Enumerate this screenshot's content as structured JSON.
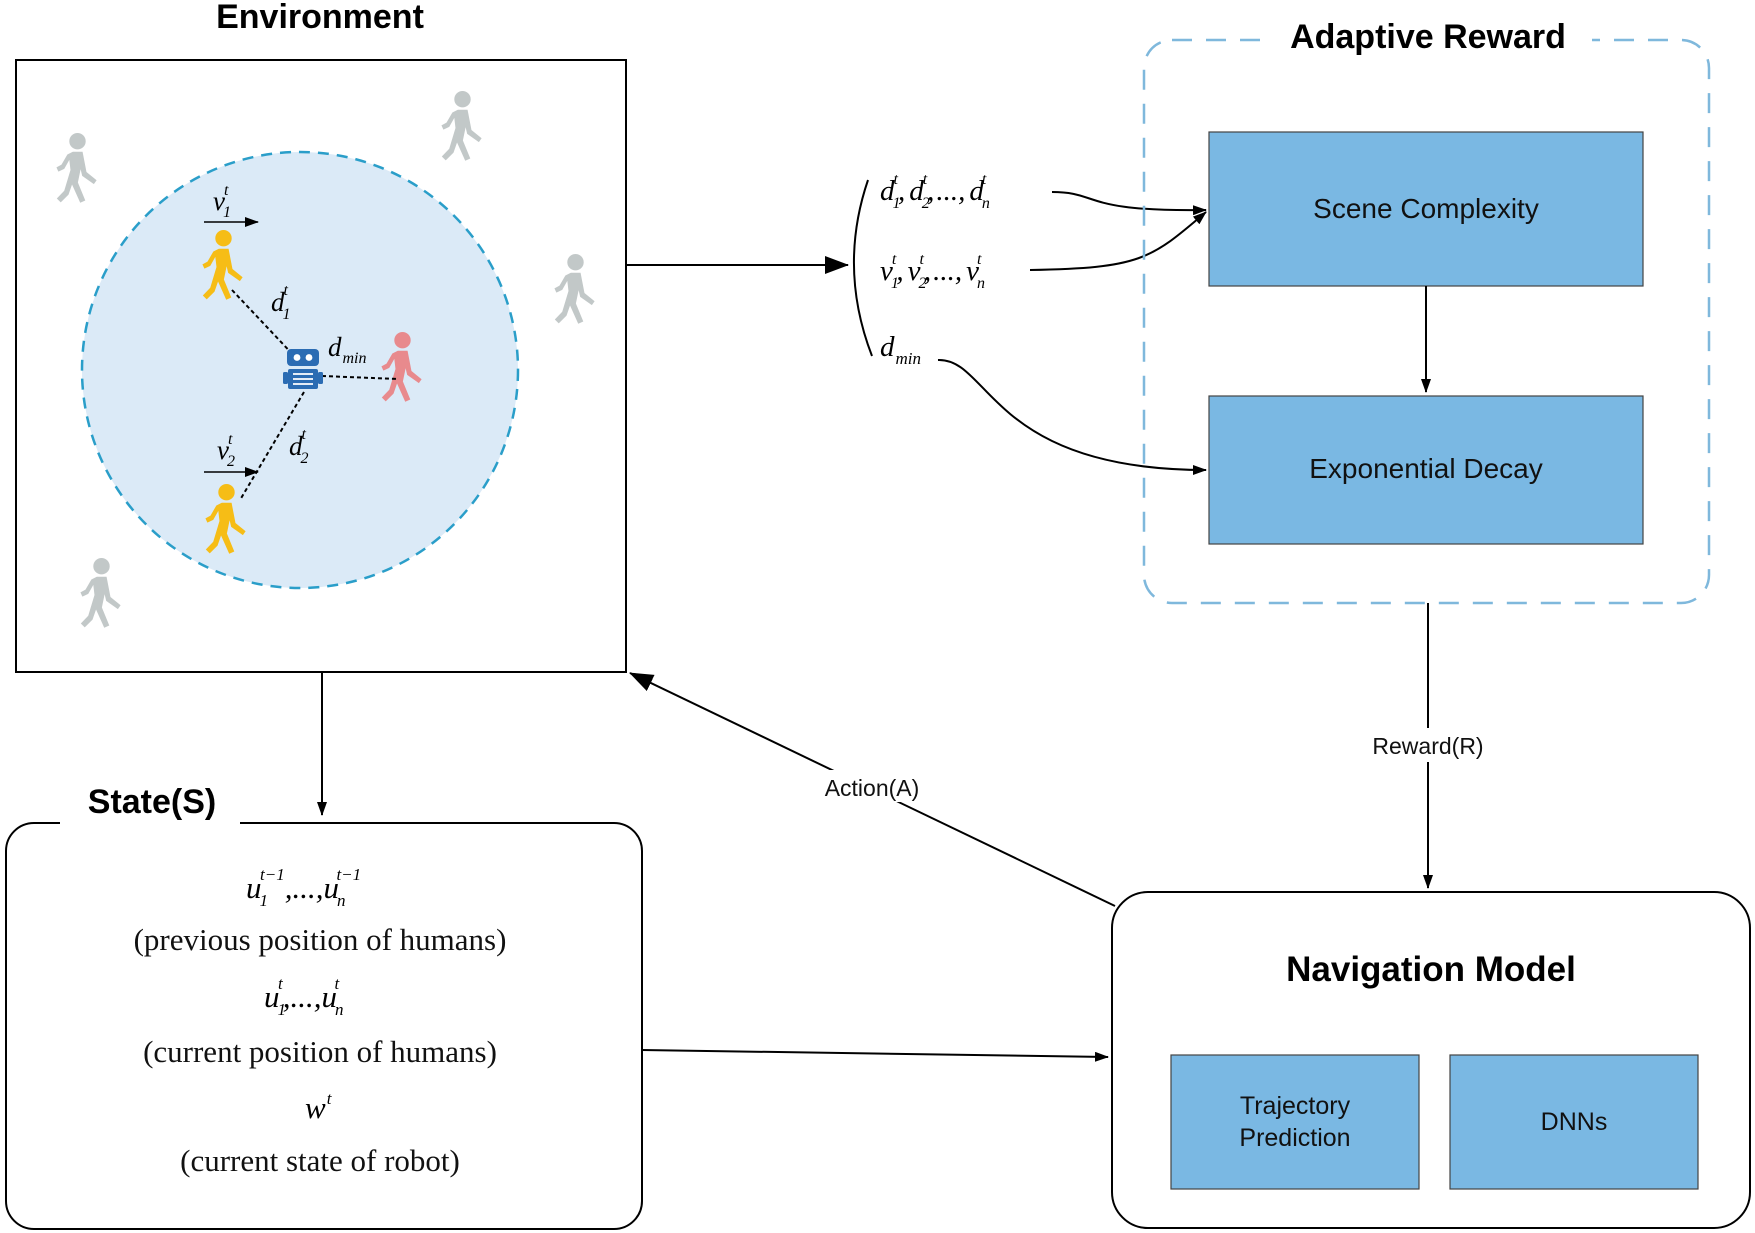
{
  "environment": {
    "title": "Environment",
    "labels": {
      "v1": "v",
      "v1_sub": "1",
      "v1_sup": "t",
      "v2": "v",
      "v2_sub": "2",
      "v2_sup": "t",
      "d1": "d",
      "d1_sub": "1",
      "d1_sup": "t",
      "d2": "d",
      "d2_sub": "2",
      "d2_sup": "t",
      "dmin": "d",
      "dmin_sub": "min"
    }
  },
  "features": {
    "d_sym": "d",
    "v_sym": "v",
    "t_sup": "t",
    "sub1": "1",
    "sub2": "2",
    "subn": "n",
    "comma": ",",
    "ellipsis": "...,",
    "dmin_sub": "min"
  },
  "adaptive_reward": {
    "title": "Adaptive Reward",
    "scene_complexity": "Scene Complexity",
    "exponential_decay": "Exponential Decay"
  },
  "state": {
    "title": "State(S)",
    "prev_u": "u",
    "prev_sub1": "1",
    "prev_subn": "n",
    "prev_sup": "t−1",
    "prev_sep": ",...,",
    "prev_caption": "(previous position of humans)",
    "cur_u": "u",
    "cur_sub1": "1",
    "cur_subn": "n",
    "cur_sup": "t",
    "cur_sep": ",...,",
    "cur_caption": "(current position of humans)",
    "w": "w",
    "w_sup": "t",
    "robot_caption": "(current state of robot)"
  },
  "navigation_model": {
    "title": "Navigation Model",
    "trajectory_line1": "Trajectory",
    "trajectory_line2": "Prediction",
    "dnns": "DNNs"
  },
  "edges": {
    "action": "Action(A)",
    "reward": "Reward(R)"
  },
  "colors": {
    "box_blue": "#7ab8e3",
    "circle_fill": "#dbeaf7",
    "circle_stroke": "#2a9ec9",
    "dash_border": "#7fb8dc",
    "human_yellow": "#f6bd16",
    "human_pink": "#e88a8d",
    "human_gray": "#c2c8c8",
    "robot": "#2b6cb3"
  },
  "icons": {
    "human": "walking-person-icon",
    "robot": "robot-icon"
  }
}
